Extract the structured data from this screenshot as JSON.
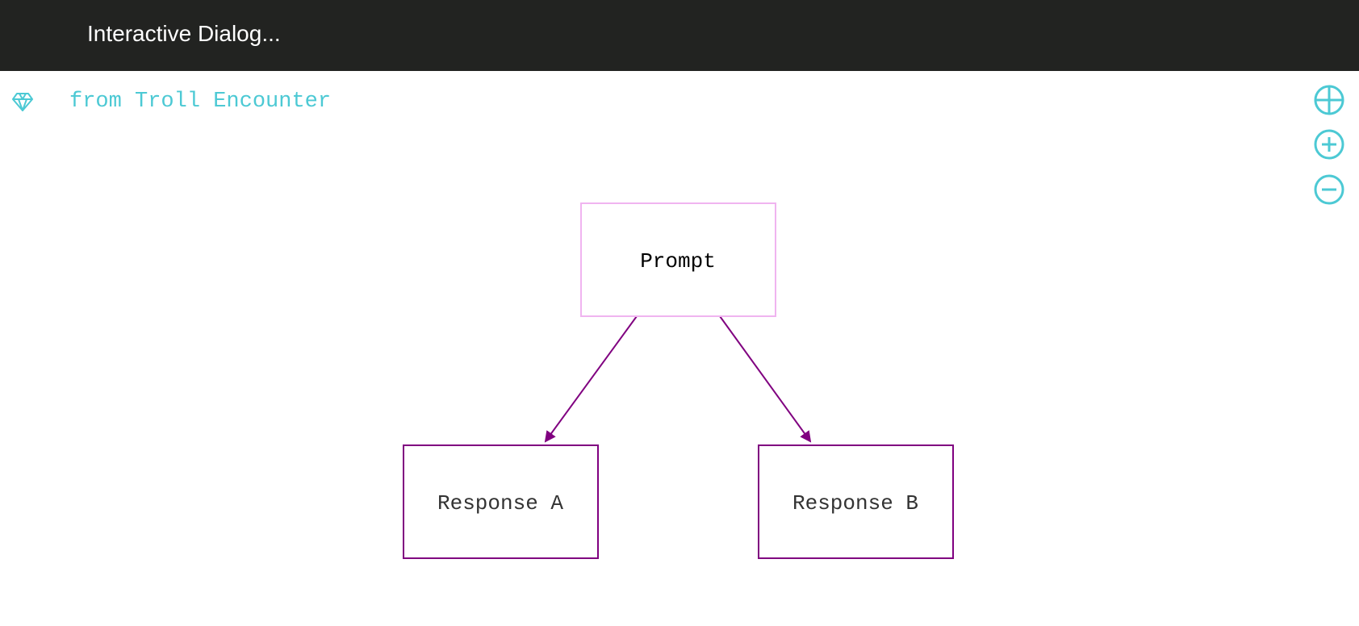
{
  "header": {
    "title": "Interactive Dialog..."
  },
  "source": {
    "icon": "gem-icon",
    "label": "from Troll Encounter"
  },
  "zoom_controls": [
    {
      "name": "fit-view",
      "icon": "crosshair-circle-icon"
    },
    {
      "name": "zoom-in",
      "icon": "plus-circle-icon"
    },
    {
      "name": "zoom-out",
      "icon": "minus-circle-icon"
    }
  ],
  "diagram": {
    "nodes": [
      {
        "id": "prompt",
        "label": "Prompt",
        "border_color": "#f0b4f0",
        "text_color": "#000000"
      },
      {
        "id": "response_a",
        "label": "Response A",
        "border_color": "#800080",
        "text_color": "#333333"
      },
      {
        "id": "response_b",
        "label": "Response B",
        "border_color": "#800080",
        "text_color": "#333333"
      }
    ],
    "edges": [
      {
        "from": "prompt",
        "to": "response_a"
      },
      {
        "from": "prompt",
        "to": "response_b"
      }
    ],
    "edge_color": "#800080"
  },
  "colors": {
    "header_bg": "#222321",
    "accent": "#4cc9d4"
  }
}
